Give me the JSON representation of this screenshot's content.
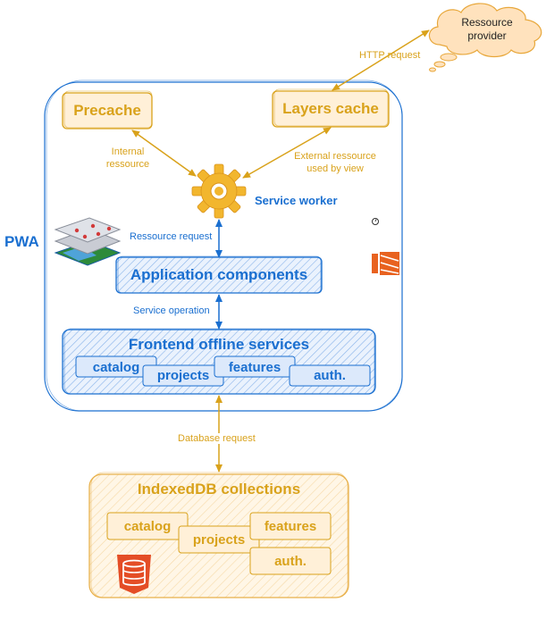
{
  "colors": {
    "orange": "#d9a21b",
    "orange_fill": "#fff0d8",
    "blue": "#1a6fd0",
    "blue_fill": "#dce9fb",
    "cloud_fill": "#ffe2bd",
    "cloud_stroke": "#e8a73a",
    "html5_red": "#e44d26",
    "gear": "#f2b62e"
  },
  "pwa": {
    "title": "PWA",
    "precache": "Precache",
    "layers_cache": "Layers cache",
    "service_worker": "Service worker",
    "app_components": "Application components",
    "frontend": {
      "title": "Frontend offline services",
      "items": [
        "catalog",
        "projects",
        "features",
        "auth."
      ]
    }
  },
  "cloud": {
    "line1": "Ressource",
    "line2": "provider"
  },
  "edges": {
    "http_request": "HTTP request",
    "internal_resource_1": "Internal",
    "internal_resource_2": "ressource",
    "external_resource_1": "External ressource",
    "external_resource_2": "used by view",
    "resource_request": "Ressource request",
    "service_operation": "Service operation",
    "database_request": "Database request"
  },
  "indexeddb": {
    "title": "IndexedDB collections",
    "items": [
      "catalog",
      "projects",
      "features",
      "auth."
    ]
  },
  "icons": [
    "gear-icon",
    "map-layers-icon",
    "html5-icon",
    "clock-icon",
    "stack-icon"
  ]
}
